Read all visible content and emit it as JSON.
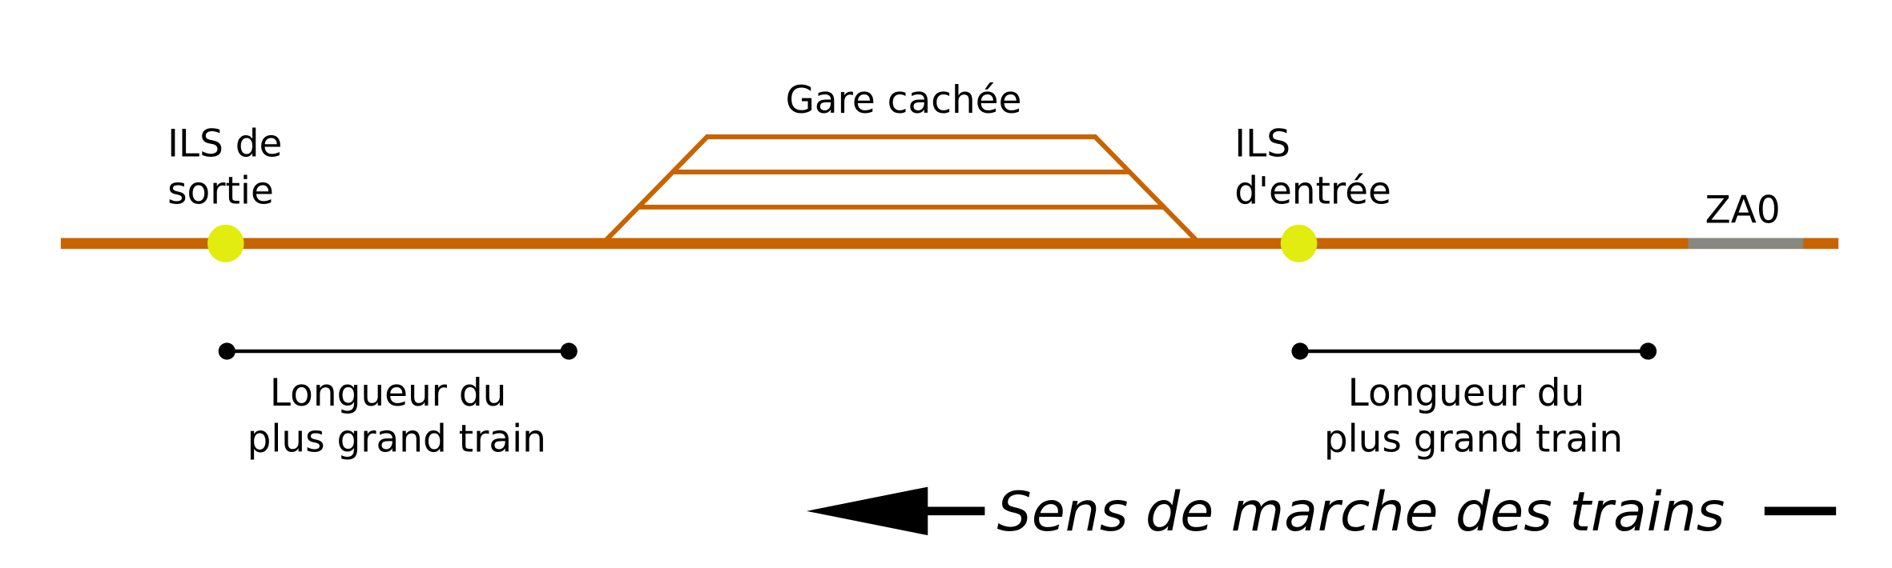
{
  "colors": {
    "track": "#c86400",
    "sensor": "#e2ec0e",
    "za0": "#888880",
    "ink": "#000000"
  },
  "labels": {
    "station": "Gare cachée",
    "exit_ils_1": "ILS de",
    "exit_ils_2": "sortie",
    "entry_ils_1": "ILS",
    "entry_ils_2": "d'entrée",
    "za0": "ZA0",
    "length_left_1": "Longueur du",
    "length_left_2": "plus grand train",
    "length_right_1": "Longueur du",
    "length_right_2": "plus grand train",
    "direction": "Sens de marche des trains"
  }
}
